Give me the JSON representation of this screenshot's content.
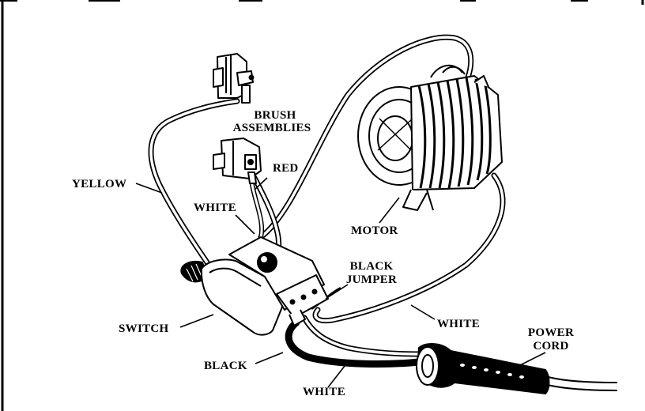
{
  "labels": {
    "brush_line1": "BRUSH",
    "brush_line2": "ASSEMBLIES",
    "red": "RED",
    "yellow": "YELLOW",
    "white_upper": "WHITE",
    "motor": "MOTOR",
    "black_jumper_line1": "BLACK",
    "black_jumper_line2": "JUMPER",
    "switch": "SWITCH",
    "white_right": "WHITE",
    "power_cord_line1": "POWER",
    "power_cord_line2": "CORD",
    "black": "BLACK",
    "white_bottom": "WHITE"
  },
  "colors": {
    "ink": "#000000",
    "paper": "#ffffff"
  }
}
